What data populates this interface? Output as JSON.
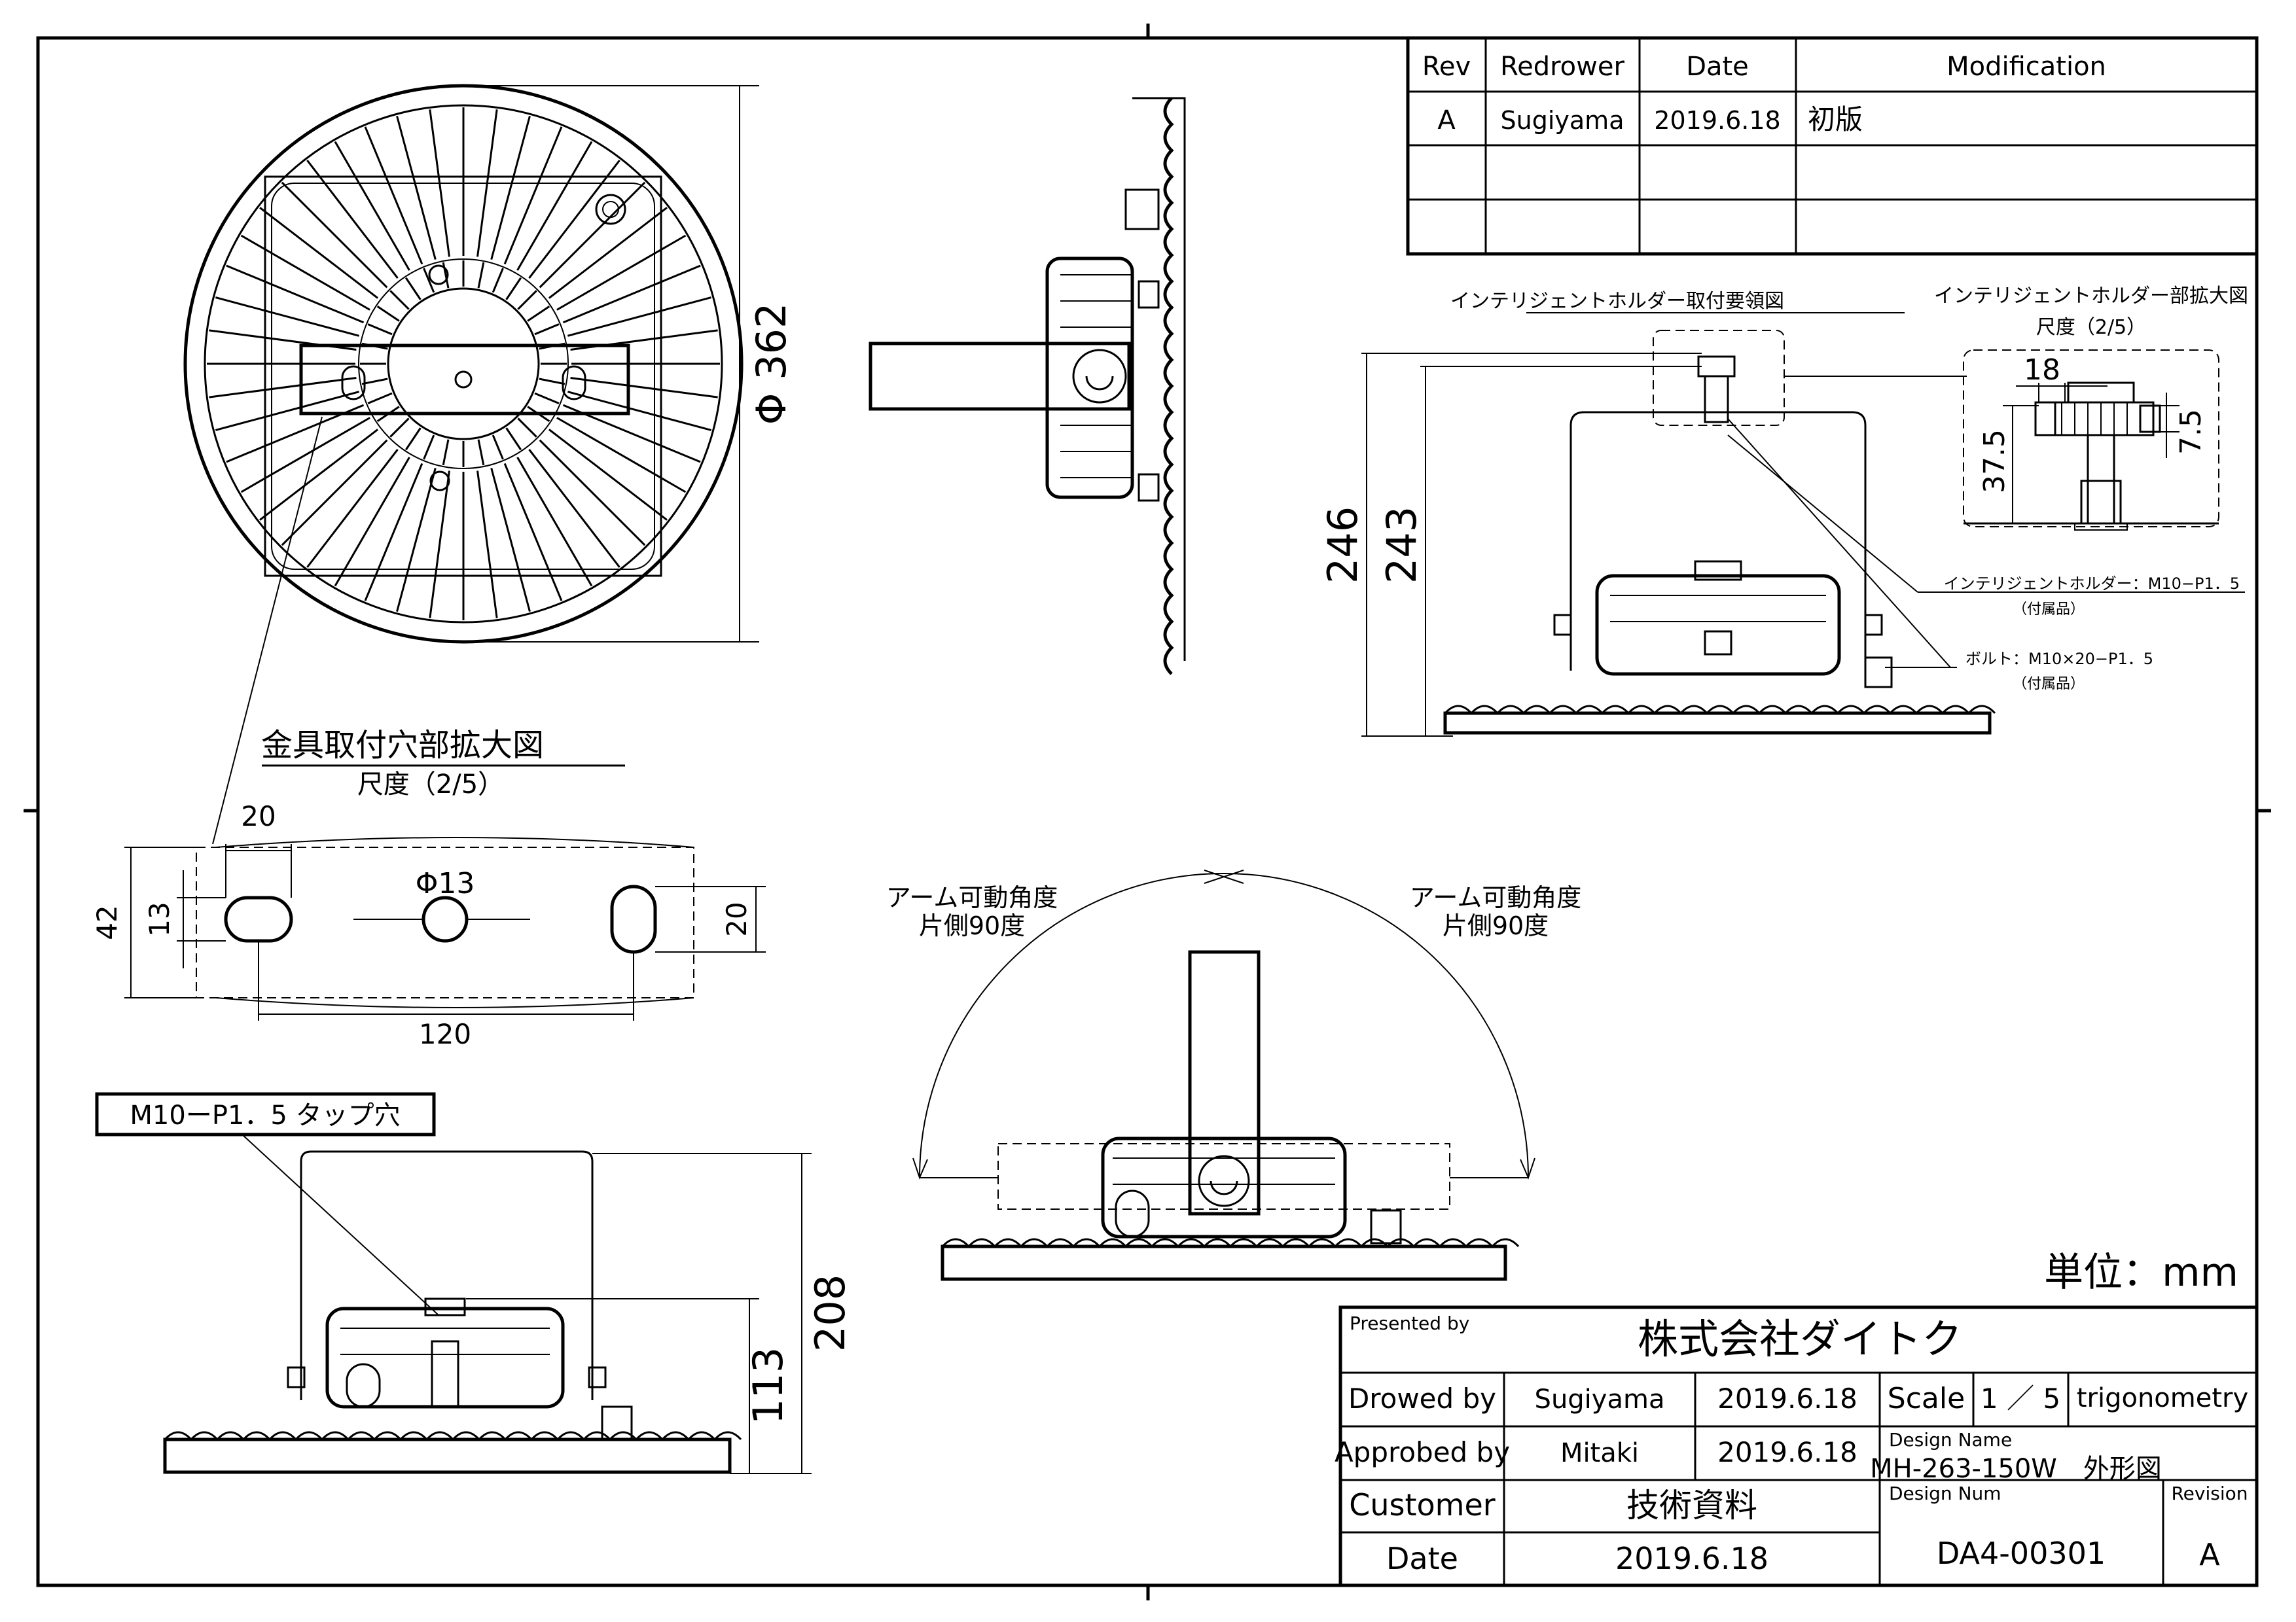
{
  "revision_table": {
    "headers": [
      "Rev",
      "Redrower",
      "Date",
      "Modification"
    ],
    "rows": [
      [
        "A",
        "Sugiyama",
        "2019.6.18",
        "初版"
      ],
      [
        "",
        "",
        "",
        ""
      ],
      [
        "",
        "",
        "",
        ""
      ]
    ]
  },
  "detail_labels": {
    "holder_mount": "インテリジェントホルダー取付要領図",
    "holder_enlarged": "インテリジェントホルダー部拡大図",
    "holder_scale": "尺度（2/5）",
    "bracket_hole": "金具取付穴部拡大図",
    "bracket_scale": "尺度（2/5）"
  },
  "dimensions": {
    "diameter": "Φ 362",
    "h246": "246",
    "h243": "243",
    "d18": "18",
    "d37_5": "37.5",
    "d7_5": "7.5",
    "d20_top": "20",
    "d42": "42",
    "d13": "13",
    "phi13": "Φ13",
    "d20_right": "20",
    "d120": "120",
    "d208": "208",
    "d113": "113"
  },
  "callouts": {
    "holder_line1": "インテリジェントホルダー：M10−P1．5",
    "holder_line2": "（付属品）",
    "bolt_line1": "ボルト：M10×20−P1．5",
    "bolt_line2": "（付属品）",
    "arm_left_1": "アーム可動角度",
    "arm_left_2": "片側90度",
    "arm_right_1": "アーム可動角度",
    "arm_right_2": "片側90度",
    "tap_hole": "M10ーP1．5 タップ穴"
  },
  "unit_note": "単位：mm",
  "title_block": {
    "presented_by_label": "Presented by",
    "company": "株式会社ダイトク",
    "drowed_by_label": "Drowed by",
    "drowed_by": "Sugiyama",
    "drowed_date": "2019.6.18",
    "approved_by_label": "Approbed by",
    "approved_by": "Mitaki",
    "approved_date": "2019.6.18",
    "customer_label": "Customer",
    "customer": "技術資料",
    "date_label": "Date",
    "date": "2019.6.18",
    "scale_label": "Scale",
    "scale": "1 ／ 5",
    "projection": "trigonometry",
    "design_name_label": "Design Name",
    "design_name": "MH-263-150W　外形図",
    "design_num_label": "Design Num",
    "design_num": "DA4-00301",
    "revision_label": "Revision",
    "revision": "A"
  }
}
